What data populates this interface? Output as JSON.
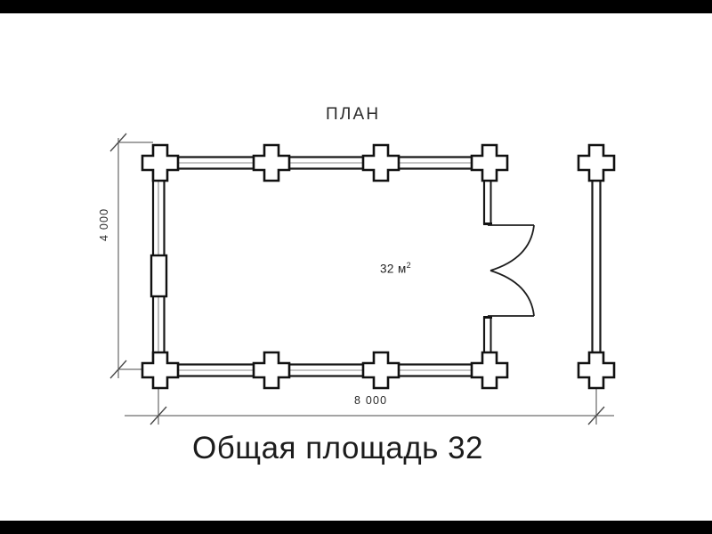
{
  "drawing": {
    "title": "ПЛАН",
    "area_label": "32 м",
    "area_label_sup": "2",
    "caption": "Общая площадь  32",
    "dimensions": {
      "width_label": "8 000",
      "height_label": "4 000"
    },
    "colors": {
      "sheet_background": "#ffffff",
      "letterbox": "#000000",
      "line": "#1a1a1a",
      "text": "#1c1c1c"
    },
    "elements": {
      "corner_joint_name": "log-corner-cross-joint",
      "window_name": "window-opening",
      "door_name": "double-door-swing",
      "detached_wall_name": "detached-wall-segment"
    }
  }
}
